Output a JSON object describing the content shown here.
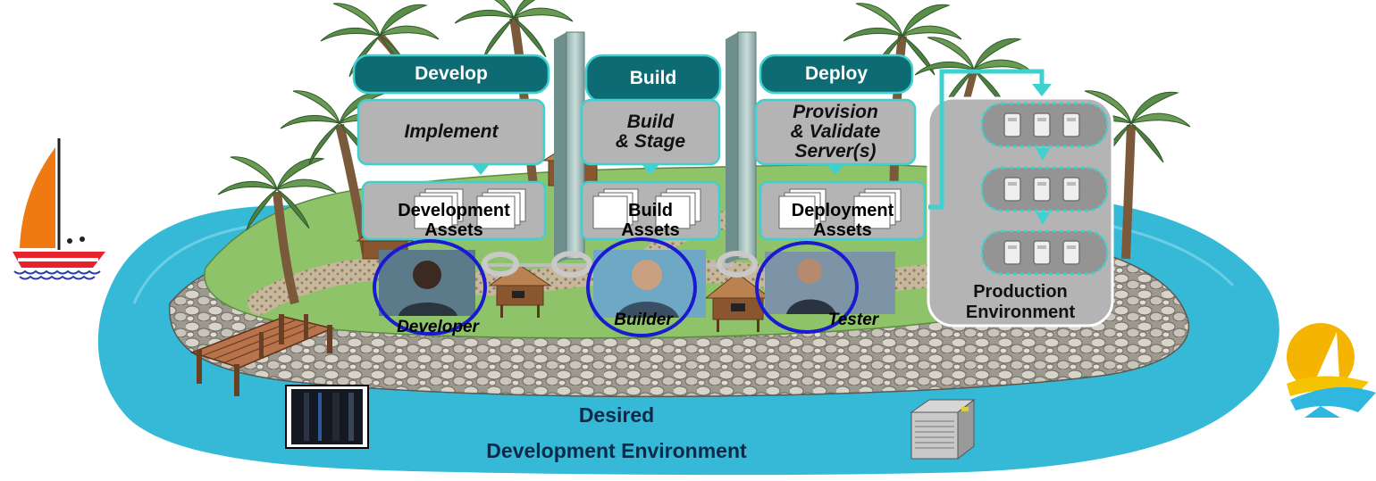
{
  "phases": [
    {
      "header": "Develop",
      "activity": "Implement",
      "assets": "Development\nAssets",
      "role": "Developer"
    },
    {
      "header": "Build",
      "activity": "Build\n& Stage",
      "assets": "Build\nAssets",
      "role": "Builder"
    },
    {
      "header": "Deploy",
      "activity": "Provision\n& Validate\nServer(s)",
      "assets": "Deployment\nAssets",
      "role": "Tester"
    }
  ],
  "production": {
    "label": "Production\nEnvironment",
    "server_rows": 3,
    "servers_per_row": 3
  },
  "island": {
    "line1": "Desired",
    "line2": "Development Environment"
  },
  "colors": {
    "header_fill": "#0d6b74",
    "box_fill": "#b4b4b4",
    "box_border": "#3fd0d0",
    "water": "#36b9d6",
    "grass": "#8fc36a",
    "rocks": "#b0aca0",
    "circle": "#1a1ad0",
    "sail": "#f07a12",
    "sun": "#f4b400"
  },
  "icons": [
    "sailboat-icon",
    "sun-sailboat-icon",
    "mainframe-icon",
    "server-icon",
    "palm-tree-icon",
    "hut-icon",
    "dock-icon"
  ]
}
